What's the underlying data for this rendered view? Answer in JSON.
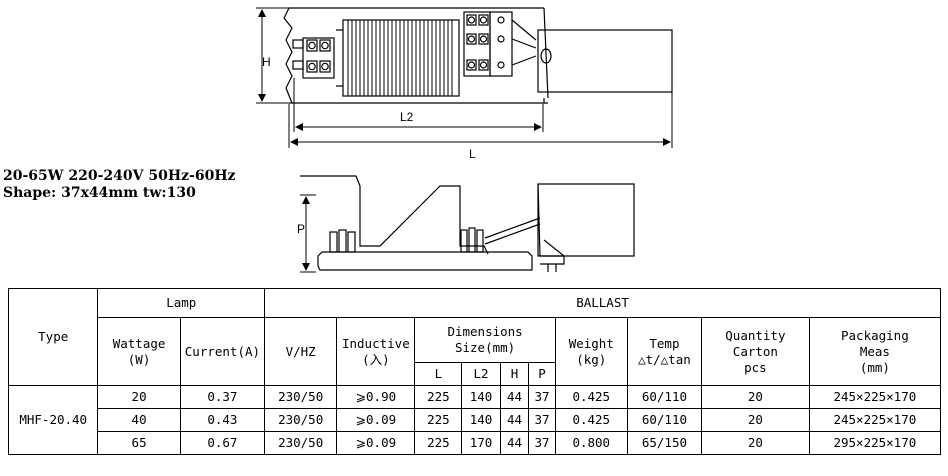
{
  "drawing": {
    "dim_h": "H",
    "dim_l2": "L2",
    "dim_l": "L",
    "dim_p": "P"
  },
  "spec": {
    "line1": "20-65W 220-240V  50Hz-60Hz",
    "line2": "Shape: 37x44mm tw:130"
  },
  "table": {
    "header": {
      "type": "Type",
      "lamp": "Lamp",
      "ballast": "BALLAST",
      "wattage": "Wattage",
      "wattage_unit": "(W)",
      "current": "Current(A)",
      "vhz": "V/HZ",
      "inductive": "Inductive",
      "inductive_unit": "(入)",
      "dimensions": "Dimensions",
      "dimensions_unit": "Size(mm)",
      "weight": "Weight",
      "weight_unit": "(kg)",
      "temp": "Temp",
      "temp_unit": "△t/△tan",
      "quantity": "Quantity",
      "quantity_2": "Carton",
      "quantity_unit": "pcs",
      "packaging": "Packaging",
      "packaging_2": "Meas",
      "packaging_unit": "(mm)",
      "dim_l": "L",
      "dim_l2": "L2",
      "dim_h": "H",
      "dim_p": "P"
    },
    "model": "MHF-20.40",
    "rows": [
      {
        "wattage": "20",
        "current": "0.37",
        "vhz": "230/50",
        "inductive": "⩾0.90",
        "l": "225",
        "l2": "140",
        "h": "44",
        "p": "37",
        "weight": "0.425",
        "temp": "60/110",
        "qty": "20",
        "pack": "245×225×170"
      },
      {
        "wattage": "40",
        "current": "0.43",
        "vhz": "230/50",
        "inductive": "⩾0.09",
        "l": "225",
        "l2": "140",
        "h": "44",
        "p": "37",
        "weight": "0.425",
        "temp": "60/110",
        "qty": "20",
        "pack": "245×225×170"
      },
      {
        "wattage": "65",
        "current": "0.67",
        "vhz": "230/50",
        "inductive": "⩾0.09",
        "l": "225",
        "l2": "170",
        "h": "44",
        "p": "37",
        "weight": "0.800",
        "temp": "65/150",
        "qty": "20",
        "pack": "295×225×170"
      }
    ]
  }
}
